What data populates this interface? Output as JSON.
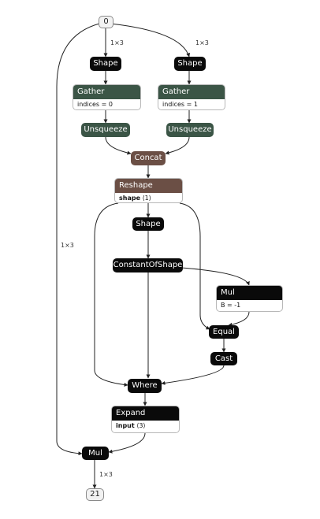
{
  "nodes": {
    "input_0": {
      "label": "0"
    },
    "shape_a": {
      "label": "Shape"
    },
    "shape_b": {
      "label": "Shape"
    },
    "gather_a": {
      "label": "Gather",
      "attr_key": "indices",
      "attr_val": "= 0"
    },
    "gather_b": {
      "label": "Gather",
      "attr_key": "indices",
      "attr_val": "= 1"
    },
    "unsqueeze_a": {
      "label": "Unsqueeze"
    },
    "unsqueeze_b": {
      "label": "Unsqueeze"
    },
    "concat": {
      "label": "Concat"
    },
    "reshape": {
      "label": "Reshape",
      "attr_key": "shape",
      "attr_val": "⟨1⟩"
    },
    "shape_c": {
      "label": "Shape"
    },
    "constantofshape": {
      "label": "ConstantOfShape"
    },
    "mul_b": {
      "label": "Mul",
      "attr_key": "B",
      "attr_val": "= -1"
    },
    "equal": {
      "label": "Equal"
    },
    "cast": {
      "label": "Cast"
    },
    "where": {
      "label": "Where"
    },
    "expand": {
      "label": "Expand",
      "attr_key": "input",
      "attr_val": "⟨3⟩"
    },
    "mul": {
      "label": "Mul"
    },
    "output_21": {
      "label": "21"
    }
  },
  "edge_labels": {
    "to_shape_a": "1×3",
    "to_shape_b": "1×3",
    "to_mul_long": "1×3",
    "to_output": "1×3"
  },
  "colors": {
    "op": "#0a0a0a",
    "gather": "#3b5546",
    "concat": "#6b4f45",
    "edge": "#222222"
  }
}
